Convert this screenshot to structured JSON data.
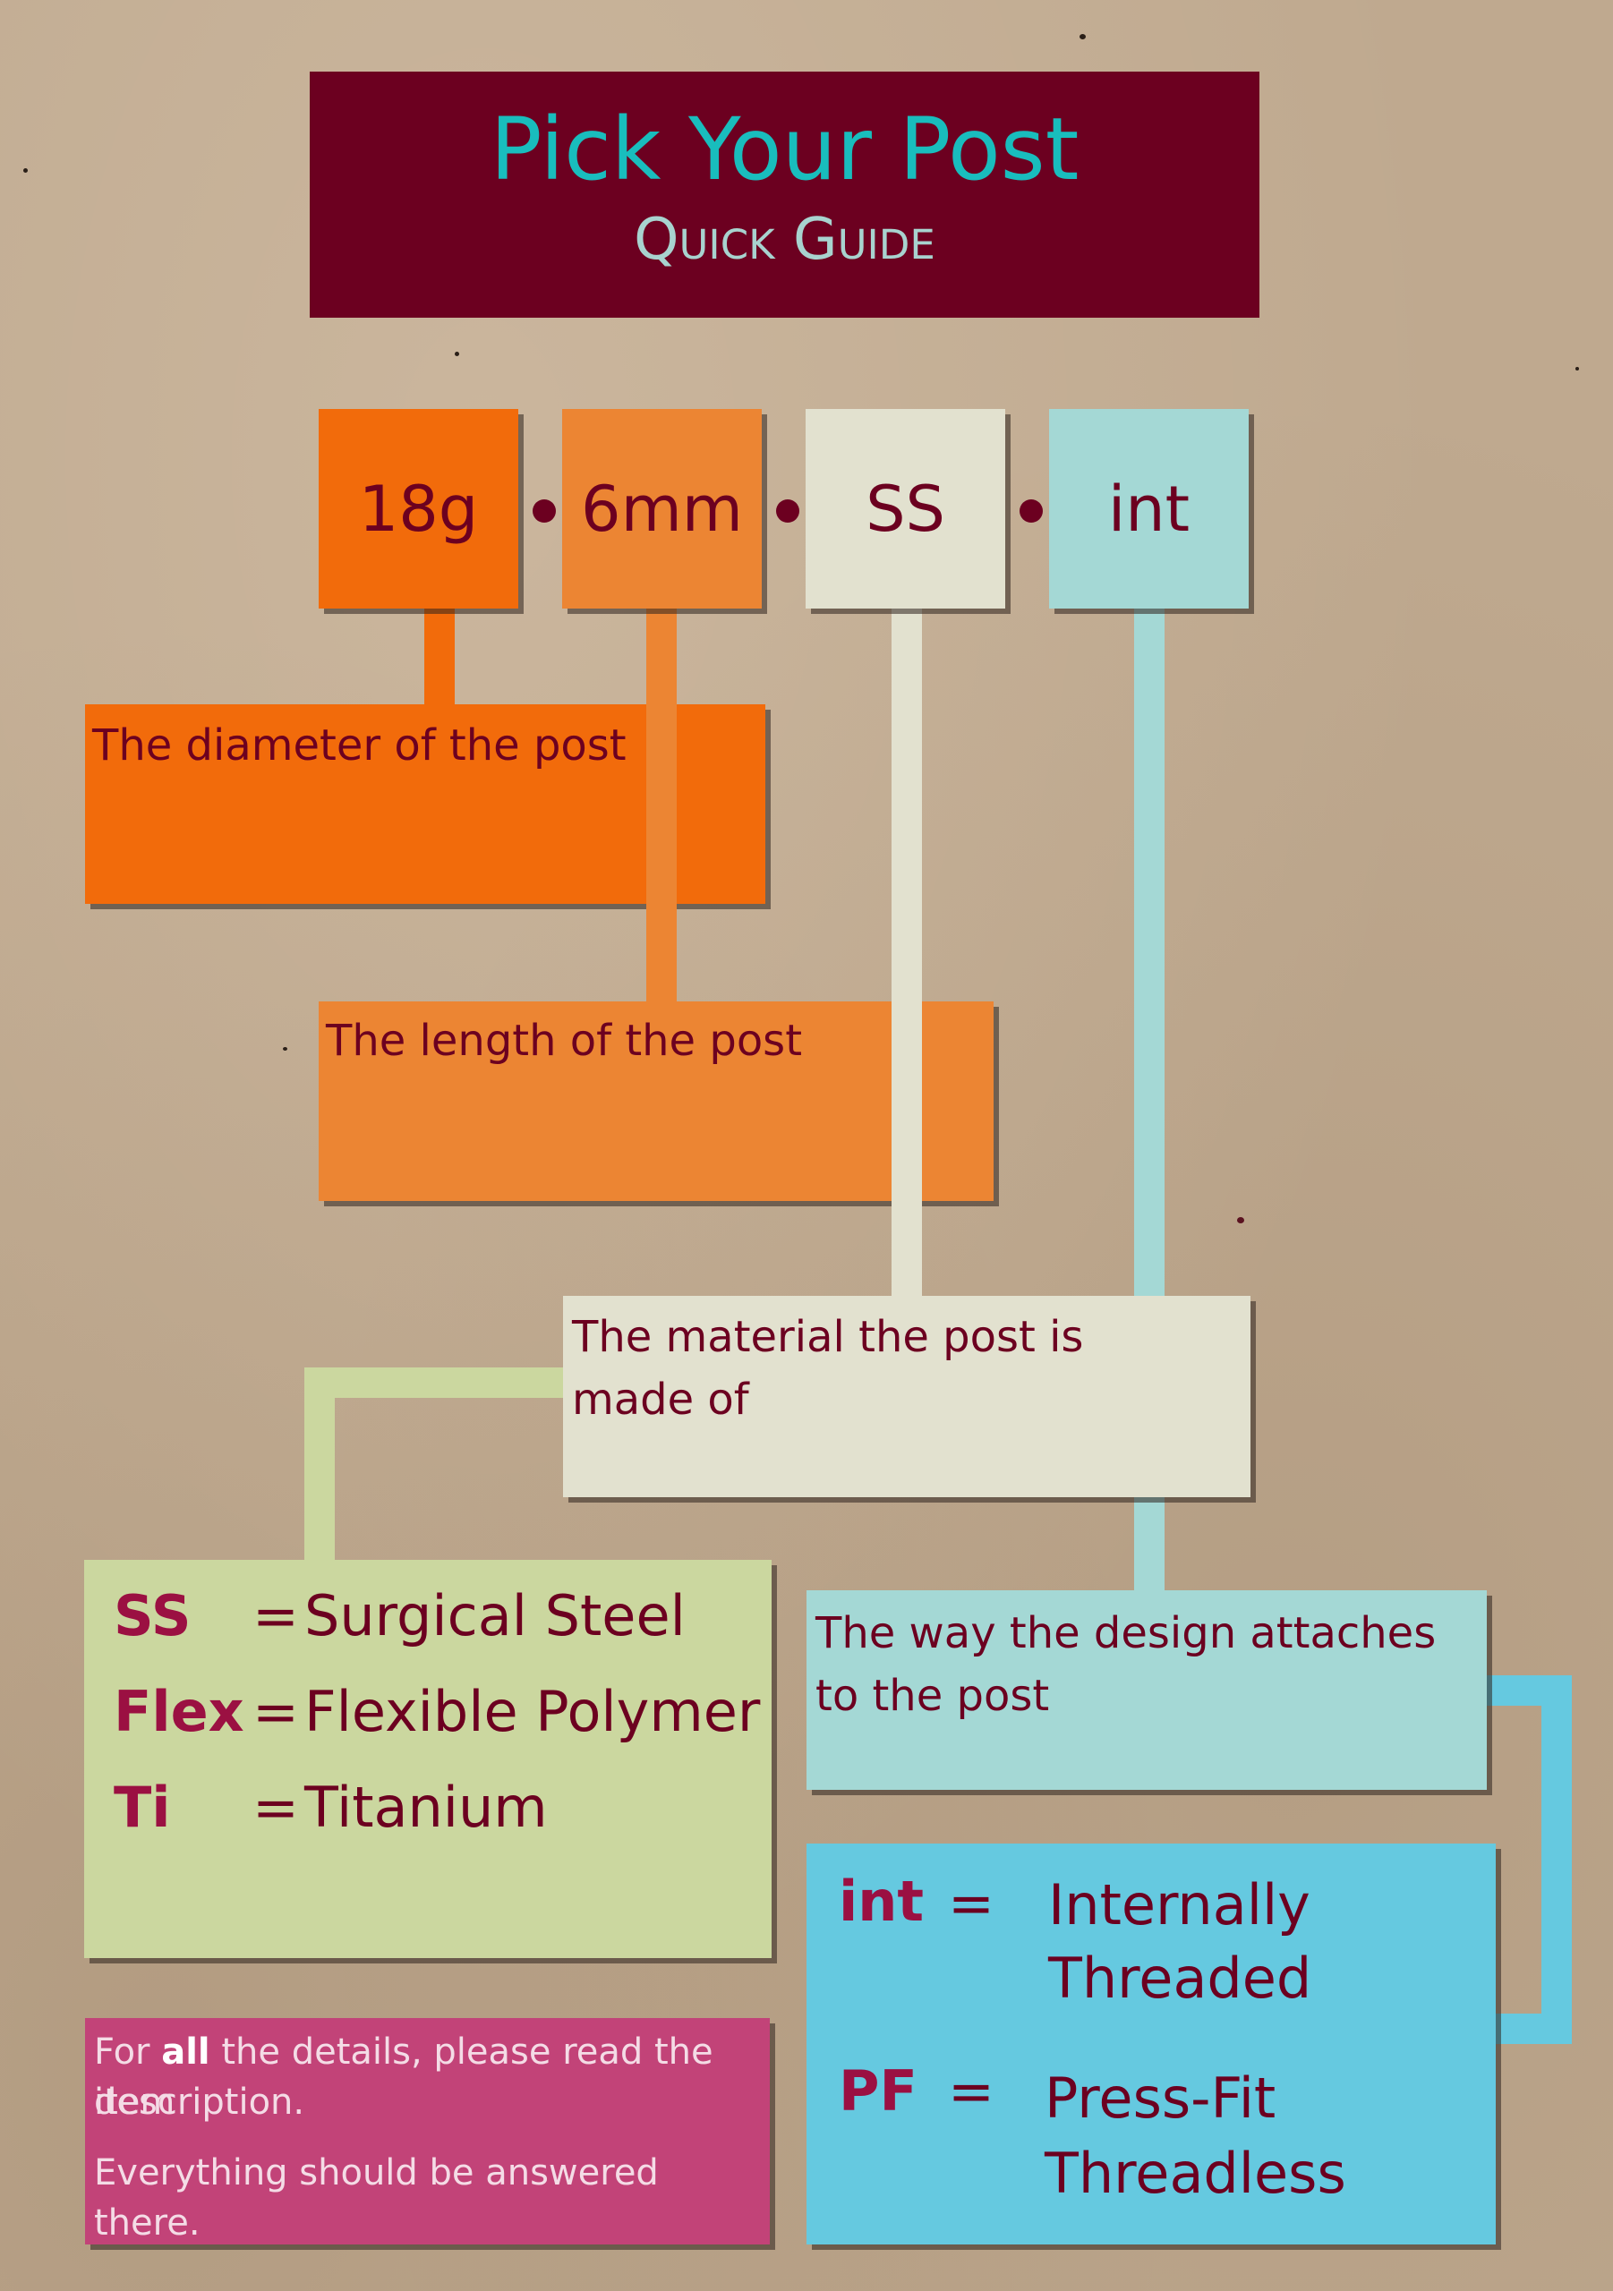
{
  "title": {
    "main": "Pick Your Post",
    "sub": "Quick Guide"
  },
  "codes": [
    {
      "label": "18g",
      "color": "#f26b0b"
    },
    {
      "label": "6mm",
      "color": "#ec8533"
    },
    {
      "label": "SS",
      "color": "#e2e1cf"
    },
    {
      "label": "int",
      "color": "#a4d8d5"
    }
  ],
  "descriptions": {
    "diameter": "The diameter of the post",
    "length": "The length of the post",
    "material_line1": "The material the post is",
    "material_line2": "made of",
    "attach_line1": "The way the design attaches",
    "attach_line2": "to the post"
  },
  "materials": [
    {
      "code": "SS",
      "eq": "=",
      "value": "Surgical Steel"
    },
    {
      "code": "Flex",
      "eq": "=",
      "value": "Flexible Polymer"
    },
    {
      "code": "Ti",
      "eq": "=",
      "value": "Titanium"
    }
  ],
  "threading": [
    {
      "code": "int",
      "eq": "=",
      "line1": "Internally",
      "line2": "Threaded"
    },
    {
      "code": "PF",
      "eq": "=",
      "line1": "Press-Fit",
      "line2": "Threadless"
    }
  ],
  "note": {
    "pre": "For ",
    "bold": "all",
    "post": " the details, please read the item",
    "line2": "description.",
    "line3": "Everything should be answered there."
  },
  "colors": {
    "maroon": "#6c0020",
    "teal_title": "#19bdbd",
    "orange": "#f26b0b",
    "light_orange": "#ec8533",
    "cream": "#e2e1cf",
    "pale_teal": "#a4d8d5",
    "sage": "#cbd79f",
    "sky_blue": "#65c9e0",
    "pink": "#c24378"
  }
}
